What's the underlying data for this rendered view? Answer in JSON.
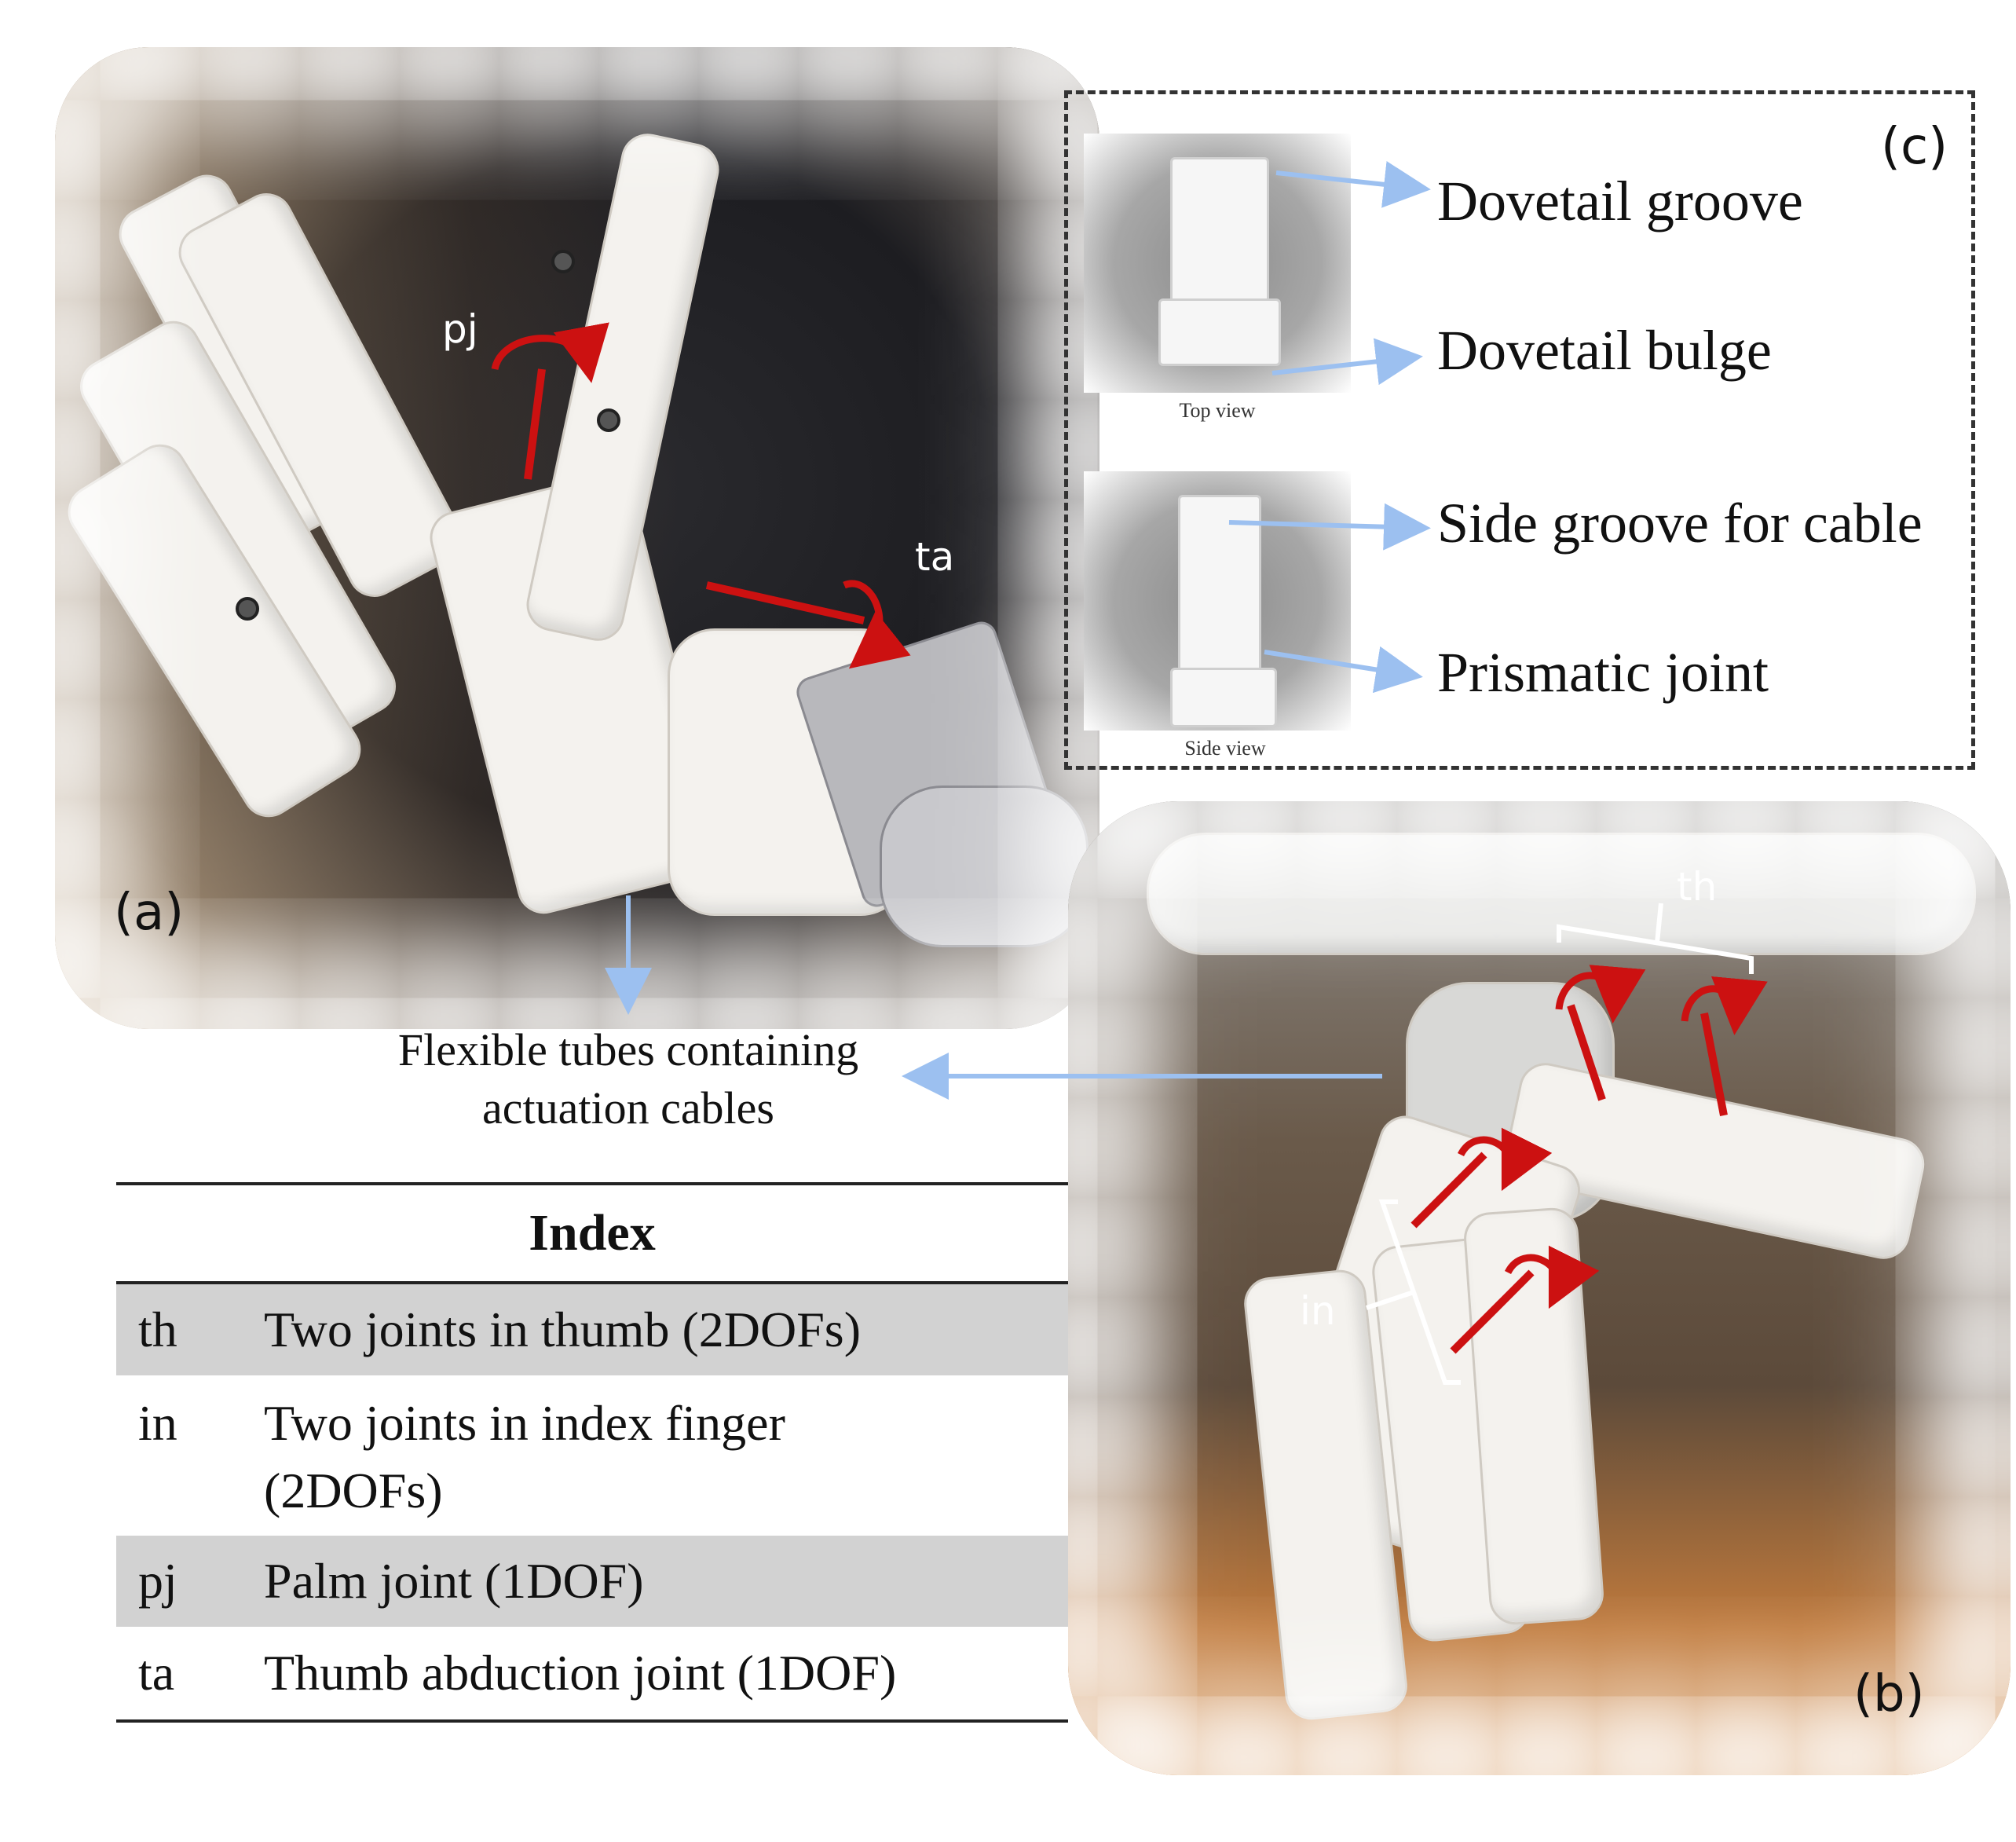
{
  "figure": {
    "panel_labels": {
      "a": "(a)",
      "b": "(b)",
      "c": "(c)"
    },
    "joint_labels": {
      "pj": "pj",
      "ta": "ta",
      "th": "th",
      "in": "in"
    },
    "panel_c": {
      "labels": [
        "Dovetail groove",
        "Dovetail bulge",
        "Side groove for cable",
        "Prismatic joint"
      ],
      "captions": {
        "top": "Top view",
        "side": "Side view"
      }
    },
    "caption_lines": [
      "Flexible tubes containing",
      "actuation cables"
    ],
    "table": {
      "header": "Index",
      "rows": [
        {
          "code": "th",
          "desc": "Two joints in thumb (2DOFs)",
          "desc2": "",
          "shaded": true
        },
        {
          "code": "in",
          "desc": "Two joints in index finger",
          "desc2": "(2DOFs)",
          "shaded": false
        },
        {
          "code": "pj",
          "desc": "Palm joint (1DOF)",
          "desc2": "",
          "shaded": true
        },
        {
          "code": "ta",
          "desc": "Thumb abduction joint (1DOF)",
          "desc2": "",
          "shaded": false
        }
      ]
    },
    "colors": {
      "joint_axis": "#cc1111",
      "arrow_blue": "#8fb3e8",
      "row_shade": "#d2d2d2"
    }
  }
}
